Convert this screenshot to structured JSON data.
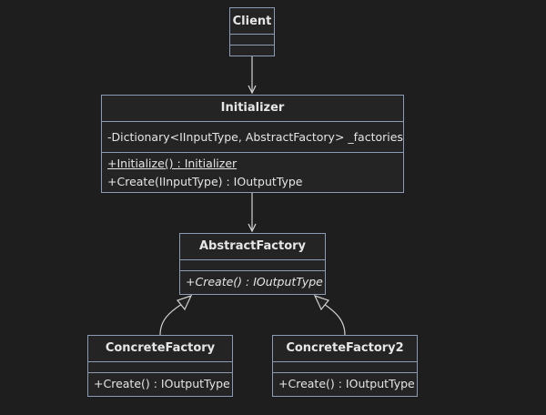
{
  "colors": {
    "background": "#1e1e1e",
    "box_fill": "#242424",
    "box_border": "#8a9bb3",
    "text": "#e6e6e6",
    "edge": "#d0d0d0"
  },
  "diagram": {
    "classes": {
      "client": {
        "name": "Client"
      },
      "initializer": {
        "name": "Initializer",
        "attributes": [
          "-Dictionary<IInputType, AbstractFactory> _factories"
        ],
        "methods": [
          "+Initialize() : Initializer",
          "+Create(IInputType) : IOutputType"
        ]
      },
      "abstract_factory": {
        "name": "AbstractFactory",
        "methods": [
          "+Create() : IOutputType"
        ]
      },
      "concrete_factory": {
        "name": "ConcreteFactory",
        "methods": [
          "+Create() : IOutputType"
        ]
      },
      "concrete_factory2": {
        "name": "ConcreteFactory2",
        "methods": [
          "+Create() : IOutputType"
        ]
      }
    },
    "relations": [
      {
        "from": "Client",
        "to": "Initializer",
        "kind": "association"
      },
      {
        "from": "Initializer",
        "to": "AbstractFactory",
        "kind": "association"
      },
      {
        "from": "ConcreteFactory",
        "to": "AbstractFactory",
        "kind": "inheritance"
      },
      {
        "from": "ConcreteFactory2",
        "to": "AbstractFactory",
        "kind": "inheritance"
      }
    ]
  }
}
